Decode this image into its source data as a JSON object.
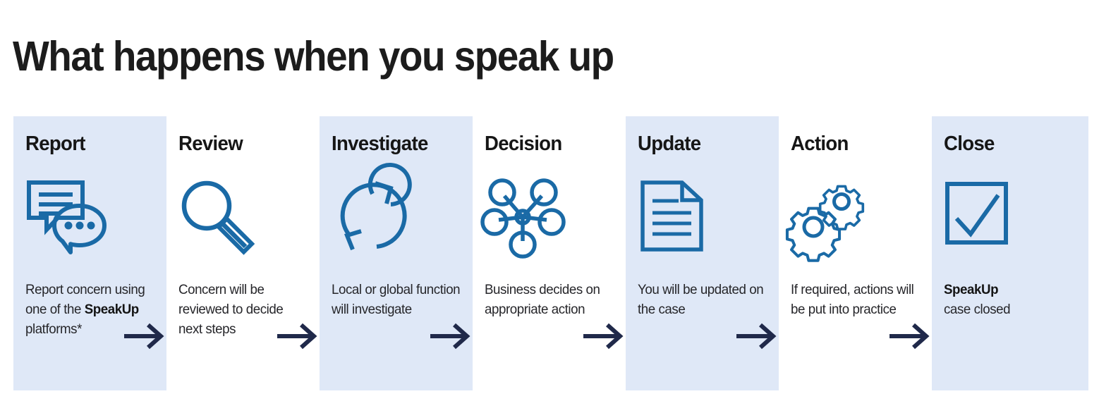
{
  "header": {
    "title": "What happens when you speak up"
  },
  "colors": {
    "panel_background": "#dfe8f7",
    "icon_blue": "#1a6aa6",
    "arrow_navy": "#20294a",
    "title_black": "#1c1c1c",
    "body_text": "#26262a",
    "page_background": "#ffffff"
  },
  "flow": {
    "arrow_label": "next step",
    "steps": [
      {
        "id": "report",
        "title": "Report",
        "icon": "chat-bubbles-icon",
        "background": "shaded",
        "desc_parts": [
          {
            "text": "Report concern using one of the ",
            "bold": false
          },
          {
            "text": "SpeakUp",
            "bold": true
          },
          {
            "text": " platforms*",
            "bold": false
          }
        ],
        "arrow_after": true
      },
      {
        "id": "review",
        "title": "Review",
        "icon": "magnifier-icon",
        "background": "plain",
        "desc_parts": [
          {
            "text": "Concern will be reviewed to decide next steps",
            "bold": false
          }
        ],
        "arrow_after": true
      },
      {
        "id": "investigate",
        "title": "Investigate",
        "icon": "refresh-cycle-icon",
        "background": "shaded",
        "desc_parts": [
          {
            "text": "Local or global function will investigate",
            "bold": false
          }
        ],
        "arrow_after": true
      },
      {
        "id": "decision",
        "title": "Decision",
        "icon": "network-nodes-icon",
        "background": "plain",
        "desc_parts": [
          {
            "text": "Business decides on appropriate action",
            "bold": false
          }
        ],
        "arrow_after": true
      },
      {
        "id": "update",
        "title": "Update",
        "icon": "document-lines-icon",
        "background": "shaded",
        "desc_parts": [
          {
            "text": "You will be updated on the case",
            "bold": false
          }
        ],
        "arrow_after": true
      },
      {
        "id": "action",
        "title": "Action",
        "icon": "gears-icon",
        "background": "plain",
        "desc_parts": [
          {
            "text": "If required, actions will be put into practice",
            "bold": false
          }
        ],
        "arrow_after": true
      },
      {
        "id": "close",
        "title": "Close",
        "icon": "checkbox-check-icon",
        "background": "shaded",
        "desc_parts": [
          {
            "text": "SpeakUp",
            "bold": true
          },
          {
            "text": "\ncase closed",
            "bold": false
          }
        ],
        "arrow_after": false
      }
    ]
  }
}
